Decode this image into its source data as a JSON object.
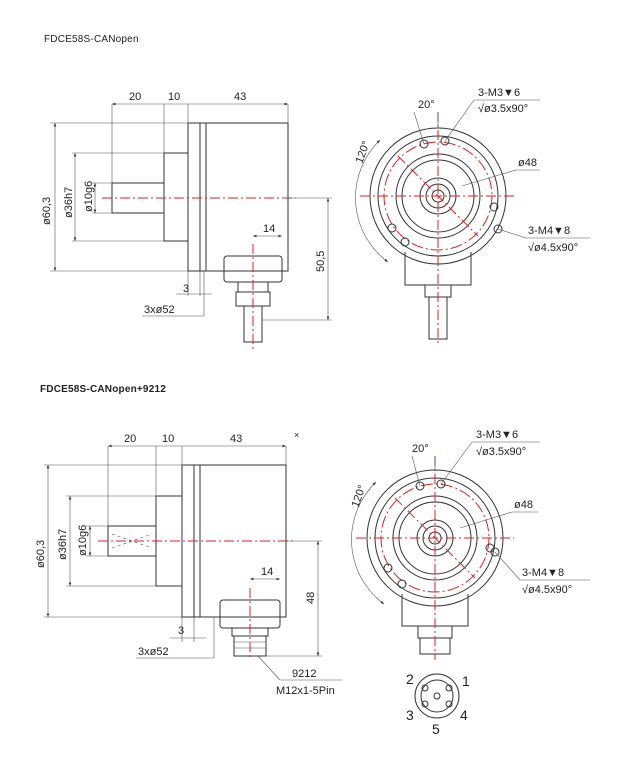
{
  "titles": {
    "top": "FDCE58S-CANopen",
    "bottom": "FDCE58S-CANopen+9212"
  },
  "colors": {
    "outline": "#333333",
    "centerline": "#dd2222"
  },
  "top_drawing": {
    "dims": {
      "d20": "20",
      "d10": "10",
      "d43": "43",
      "d14": "14",
      "d3": "3",
      "d50_5": "50,5",
      "d60_3": "ø60,3",
      "d36h7": "ø36h7",
      "d10g6": "ø10g6",
      "d3x52": "3xø52"
    },
    "front": {
      "angle20": "20°",
      "angle120": "120°",
      "hole_m3": "3-M3▼6",
      "hole_m3_csk": "√ø3.5x90°",
      "d48": "ø48",
      "hole_m4": "3-M4▼8",
      "hole_m4_csk": "√ø4.5x90°"
    }
  },
  "bottom_drawing": {
    "dims": {
      "d20": "20",
      "d10": "10",
      "d43": "43",
      "d14": "14",
      "d3": "3",
      "d48": "48",
      "d60_3": "ø60,3",
      "d36h7": "ø36h7",
      "d10g6": "ø10g6",
      "d3x52": "3xø52"
    },
    "connector": {
      "model": "9212",
      "spec": "M12x1-5Pin"
    },
    "front": {
      "angle20": "20°",
      "angle120": "120°",
      "hole_m3": "3-M3▼6",
      "hole_m3_csk": "√ø3.5x90°",
      "d48": "ø48",
      "hole_m4": "3-M4▼8",
      "hole_m4_csk": "√ø4.5x90°"
    },
    "pins": [
      "1",
      "2",
      "3",
      "4",
      "5"
    ],
    "marker": "×"
  }
}
